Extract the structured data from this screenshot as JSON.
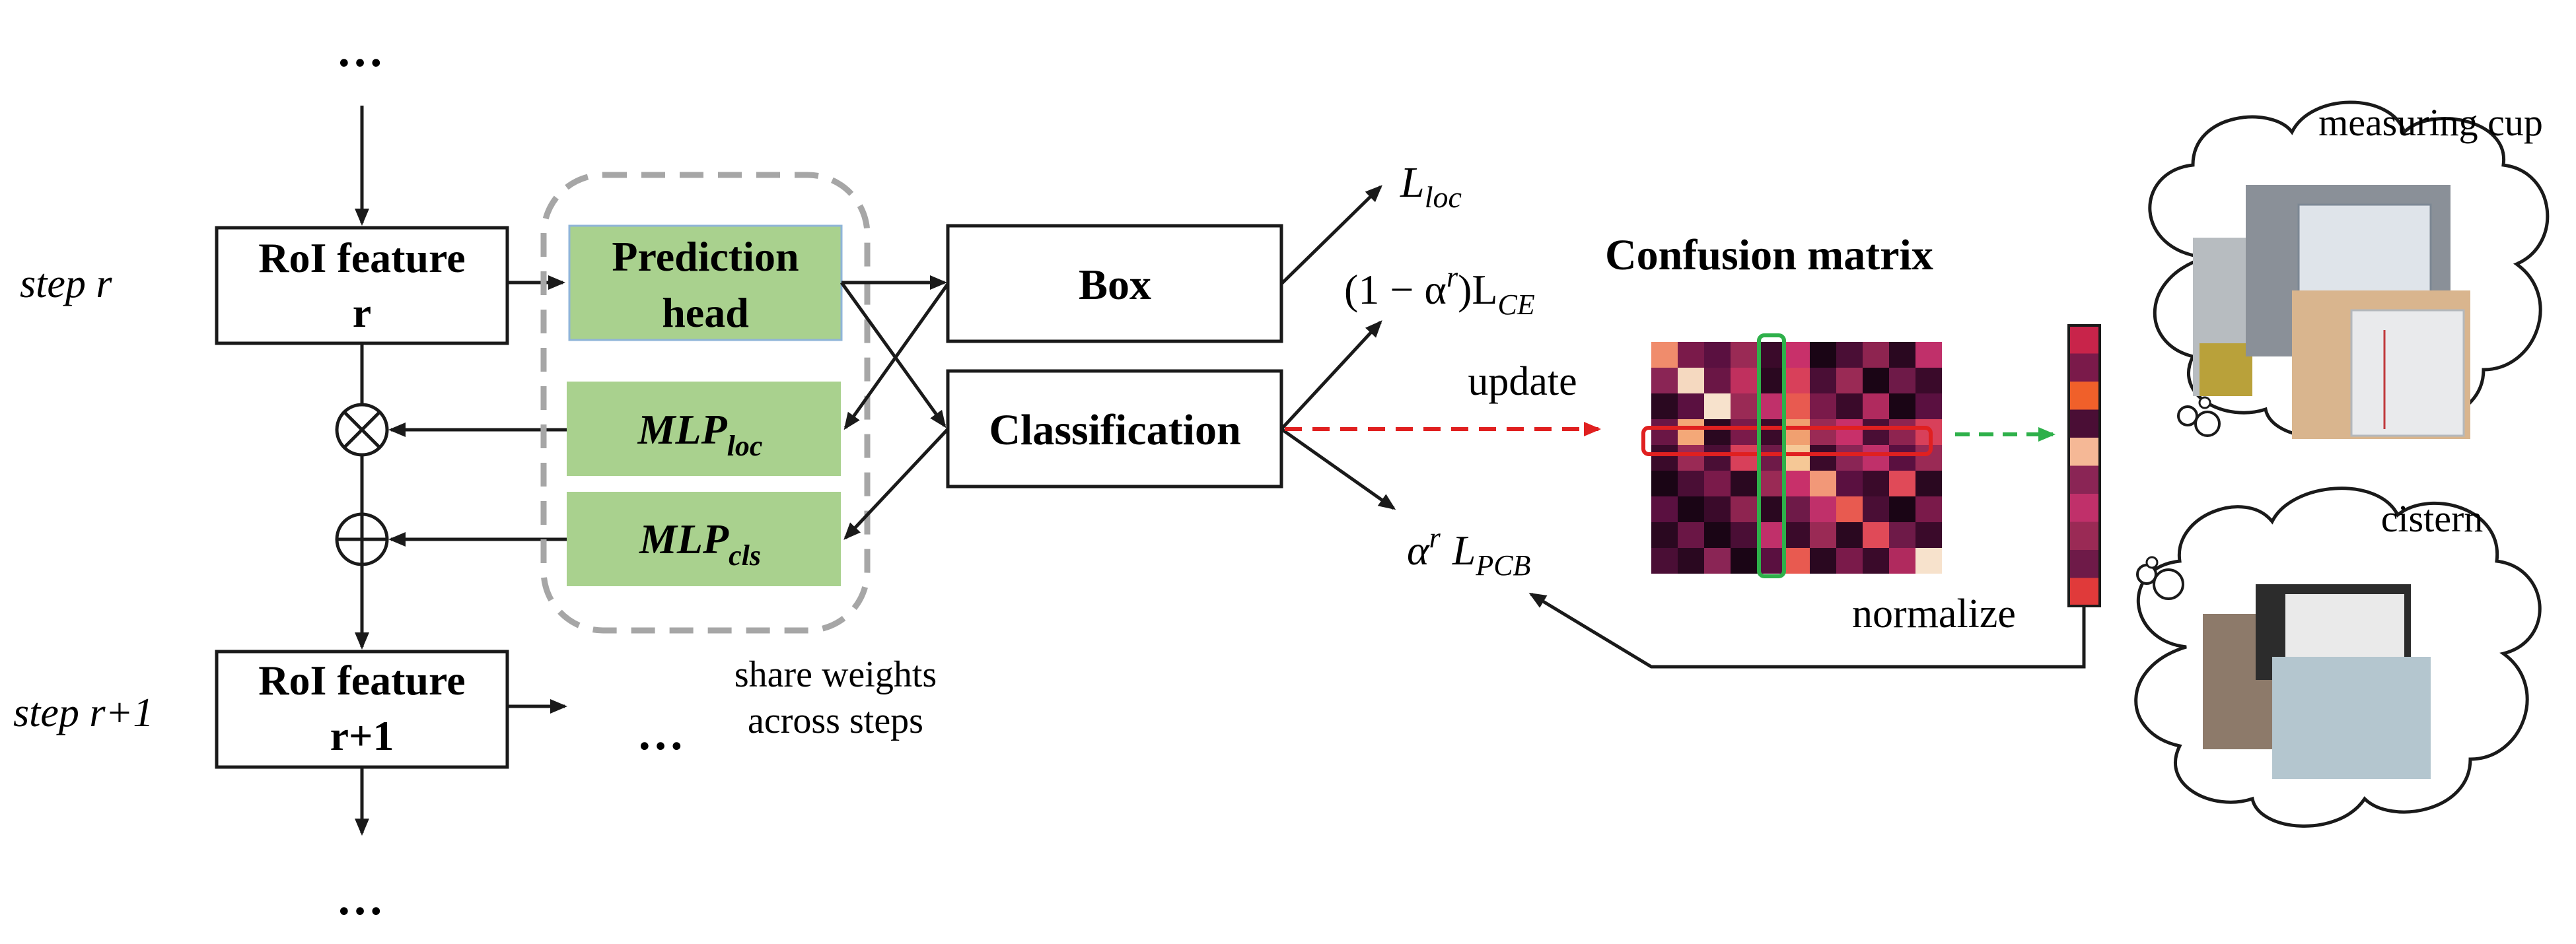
{
  "labels": {
    "ellipsis": "…",
    "step_r": "step r",
    "step_r1": "step r+1",
    "roi_r_line1": "RoI feature",
    "roi_r_line2": "r",
    "roi_r1_line1": "RoI feature",
    "roi_r1_line2": "r+1",
    "prediction_head_line1": "Prediction",
    "prediction_head_line2": "head",
    "mlp_loc_main": "MLP",
    "mlp_loc_sub": "loc",
    "mlp_cls_main": "MLP",
    "mlp_cls_sub": "cls",
    "box": "Box",
    "classification": "Classification",
    "share_weights_line1": "share weights",
    "share_weights_line2": "across steps",
    "l_loc_main": "L",
    "l_loc_sub": "loc",
    "lce_prefix": "(1 − α",
    "lce_sup": "r",
    "lce_mid": ")L",
    "lce_sub": "CE",
    "lpcb_alpha": "α",
    "lpcb_sup": "r",
    "lpcb_main": "L",
    "lpcb_sub": "PCB",
    "update": "update",
    "confusion_matrix": "Confusion matrix",
    "normalize": "normalize",
    "measuring_cup": "measuring cup",
    "cistern": "cistern",
    "multiply_symbol": "⊗",
    "add_symbol": "⊕"
  },
  "confusion_matrix": [
    [
      "#f08c6c",
      "#7a1a4a",
      "#5a1040",
      "#9a2a55",
      "#3a0a2a",
      "#c8306a",
      "#1a0515",
      "#4a0e35",
      "#8e2450",
      "#2a0820",
      "#c0306a"
    ],
    [
      "#8a2555",
      "#f5d9c0",
      "#6a1645",
      "#c0305e",
      "#2a0820",
      "#d8405a",
      "#4a0e35",
      "#9a2a55",
      "#1a0515",
      "#6e1a48",
      "#3a0a2a"
    ],
    [
      "#2a0820",
      "#5a1040",
      "#f7e2cc",
      "#9a2a55",
      "#c0306a",
      "#e85a50",
      "#7a1a4a",
      "#3a0a2a",
      "#b02a5e",
      "#1a0515",
      "#5a1040"
    ],
    [
      "#6a1645",
      "#f4a878",
      "#2a0820",
      "#7a1a4a",
      "#3a0a2a",
      "#f0a070",
      "#9a2a55",
      "#c8306a",
      "#4a0e35",
      "#8e2450",
      "#d8405a"
    ],
    [
      "#3a0a2a",
      "#9a2a55",
      "#4a0e35",
      "#d8405a",
      "#6e1a48",
      "#f5c896",
      "#3a0a2a",
      "#8a2555",
      "#c0306a",
      "#5a1040",
      "#9a2a55"
    ],
    [
      "#1a0515",
      "#4a0e35",
      "#7a1a4a",
      "#2a0820",
      "#9a2a55",
      "#c8306a",
      "#f29878",
      "#5a1040",
      "#3a0a2a",
      "#e04a58",
      "#2a0820"
    ],
    [
      "#5a1040",
      "#1a0515",
      "#3a0a2a",
      "#8e2450",
      "#2a0820",
      "#6e1a48",
      "#c0306a",
      "#e85a50",
      "#4a0e35",
      "#1a0515",
      "#7a1a4a"
    ],
    [
      "#2a0820",
      "#6a1645",
      "#1a0515",
      "#4a0e35",
      "#c0306a",
      "#3a0a2a",
      "#9a2a55",
      "#2a0820",
      "#e04a58",
      "#6e1a48",
      "#3a0a2a"
    ],
    [
      "#4a0e35",
      "#2a0820",
      "#8a2555",
      "#1a0515",
      "#5a1040",
      "#e85a50",
      "#2a0820",
      "#7a1a4a",
      "#3a0a2a",
      "#b02a5e",
      "#f7e2cc"
    ]
  ],
  "normalized_vector": [
    "#c8244a",
    "#7a1a4a",
    "#f0602a",
    "#4a0e35",
    "#f5b896",
    "#8a2555",
    "#c0306a",
    "#9a2a55",
    "#6e1a48",
    "#e03a3a"
  ],
  "colors": {
    "mlp_fill": "#a9d18e",
    "highlight_row": "#e02020",
    "highlight_col": "#2eb04a",
    "update_arrow": "#e02020",
    "normalize_arrow": "#2eb04a",
    "dashed_group": "#a6a6a6"
  }
}
